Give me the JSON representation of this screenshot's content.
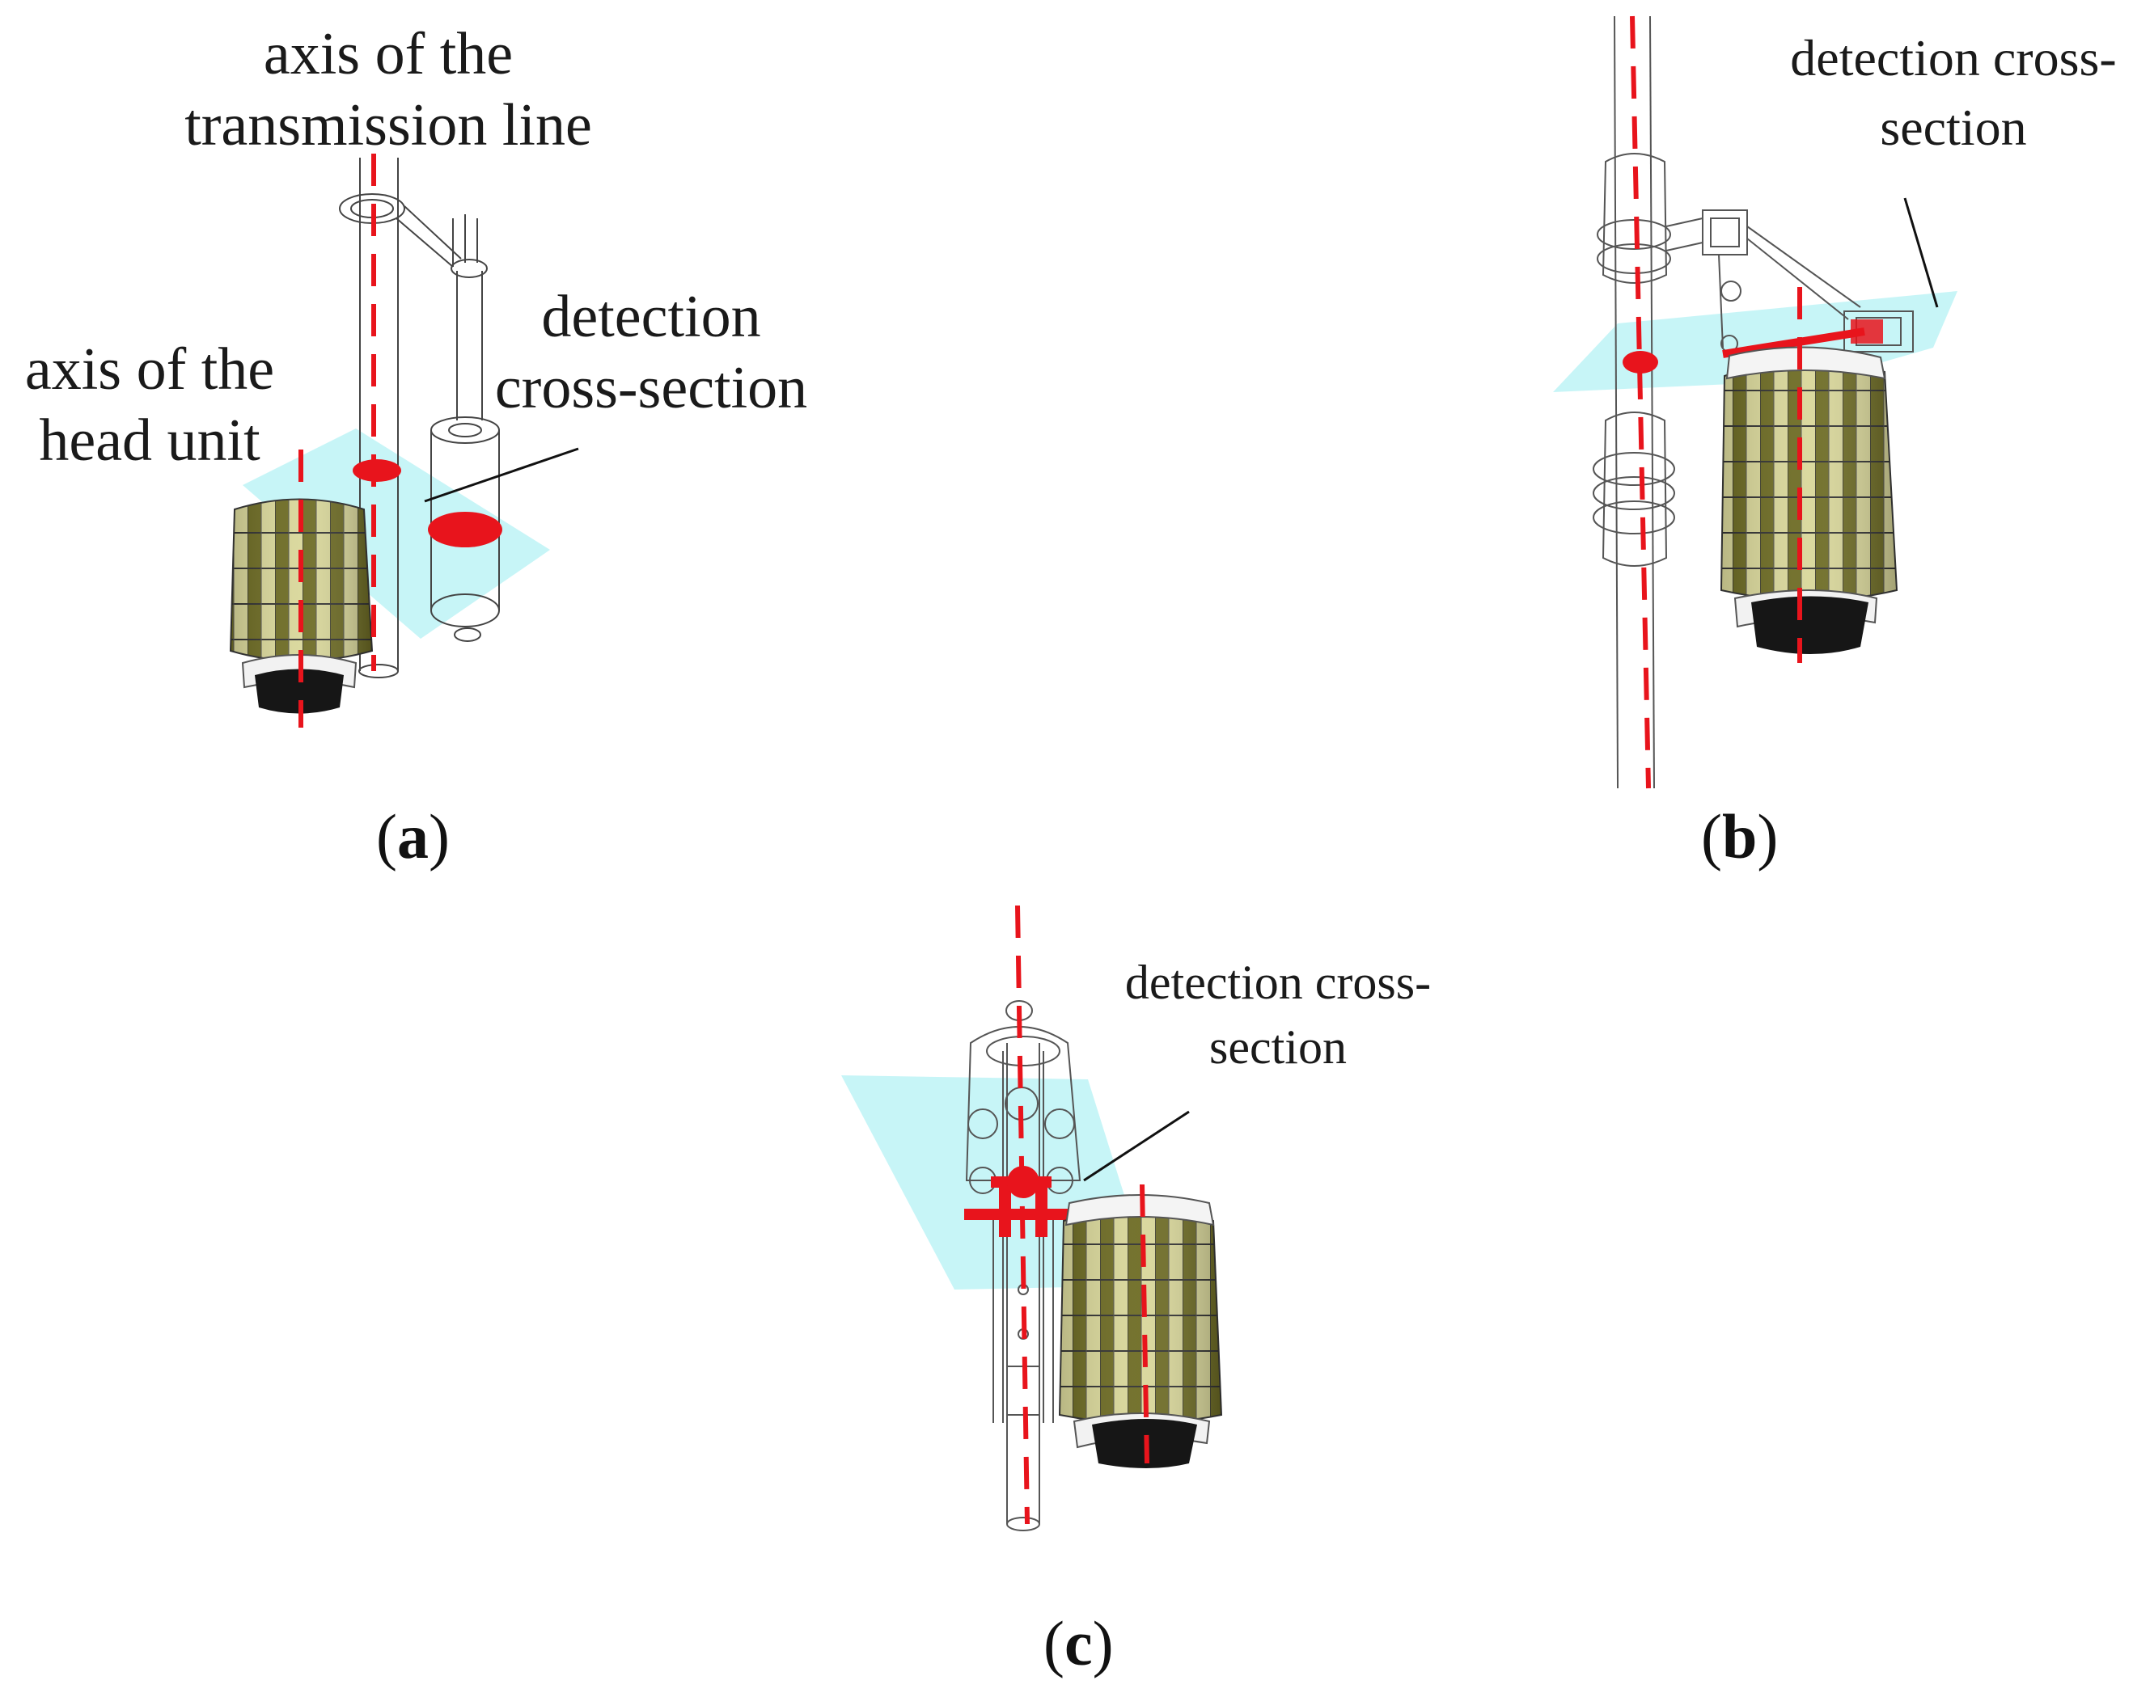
{
  "panels": {
    "a": {
      "caption_open": "(",
      "caption_letter": "a",
      "caption_close": ")",
      "label_transmission_line_1": "axis of the",
      "label_transmission_line_2": "transmission line",
      "label_head_unit_1": "axis of the",
      "label_head_unit_2": "head unit",
      "label_detection_1": "detection",
      "label_detection_2": "cross-section"
    },
    "b": {
      "caption_open": "(",
      "caption_letter": "b",
      "caption_close": ")",
      "label_detection_1": "detection cross-",
      "label_detection_2": "section"
    },
    "c": {
      "caption_open": "(",
      "caption_letter": "c",
      "caption_close": ")",
      "label_detection_1": "detection cross-",
      "label_detection_2": "section"
    }
  },
  "colors": {
    "axis_line": "#e8141c",
    "detection_plane": "#bdf3f6",
    "scale_dark": "#6b6a22",
    "scale_light": "#e4e2a0",
    "wireframe": "#444444"
  }
}
